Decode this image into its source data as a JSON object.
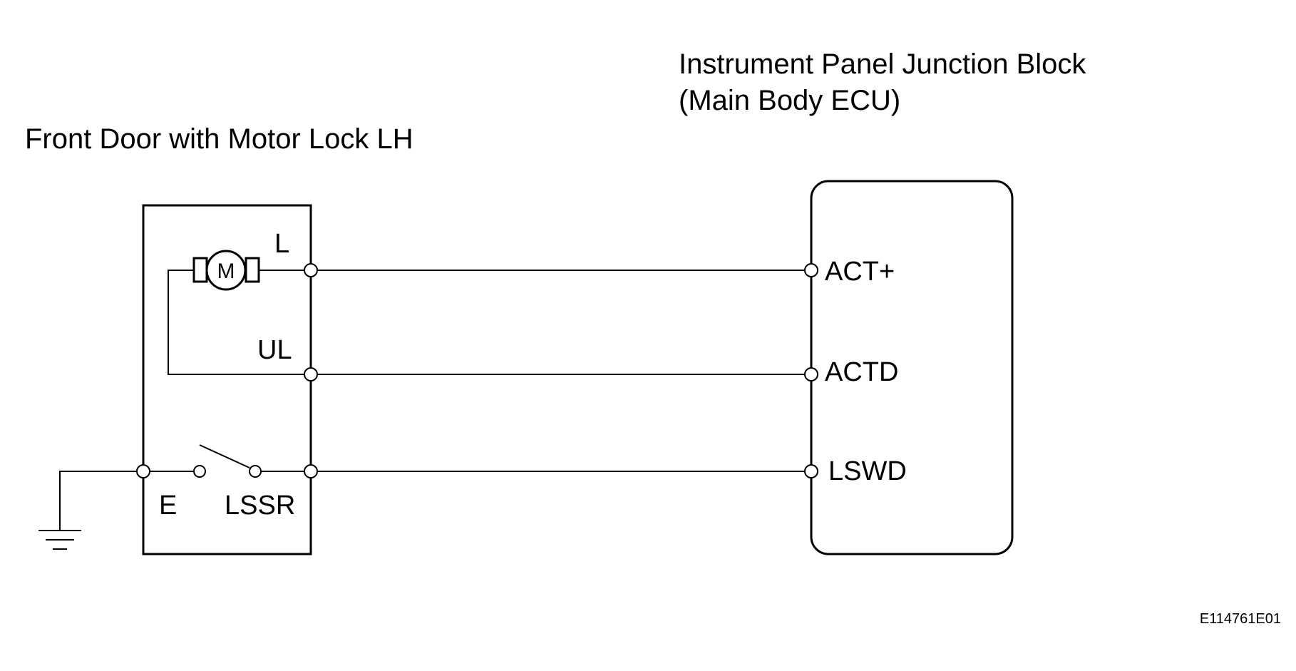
{
  "titles": {
    "ecu_line1": "Instrument Panel Junction Block",
    "ecu_line2": "(Main Body ECU)",
    "door": "Front Door with Motor Lock LH"
  },
  "door_pins": {
    "l": "L",
    "ul": "UL",
    "e": "E",
    "lssr": "LSSR"
  },
  "motor_symbol": "M",
  "ecu_pins": {
    "act_plus": "ACT+",
    "actd": "ACTD",
    "lswd": "LSWD"
  },
  "figure_code": "E114761E01"
}
